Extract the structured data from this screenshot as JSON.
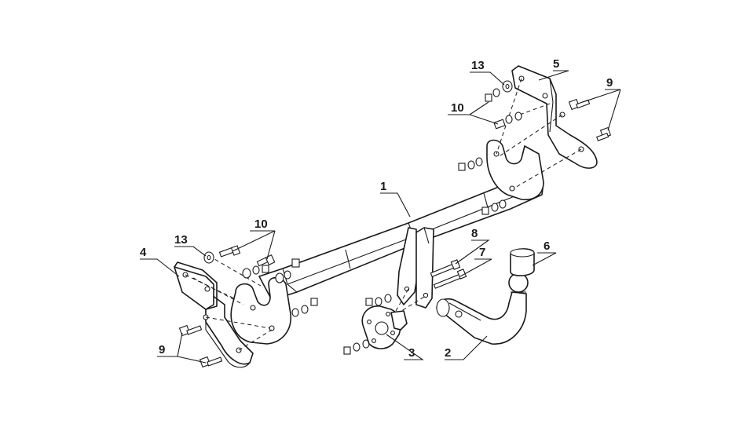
{
  "labels": {
    "l1": "1",
    "l2": "2",
    "l3": "3",
    "l4": "4",
    "l5": "5",
    "l6": "6",
    "l7": "7",
    "l8": "8",
    "l9a": "9",
    "l9b": "9",
    "l10a": "10",
    "l10b": "10",
    "l13a": "13",
    "l13b": "13"
  }
}
